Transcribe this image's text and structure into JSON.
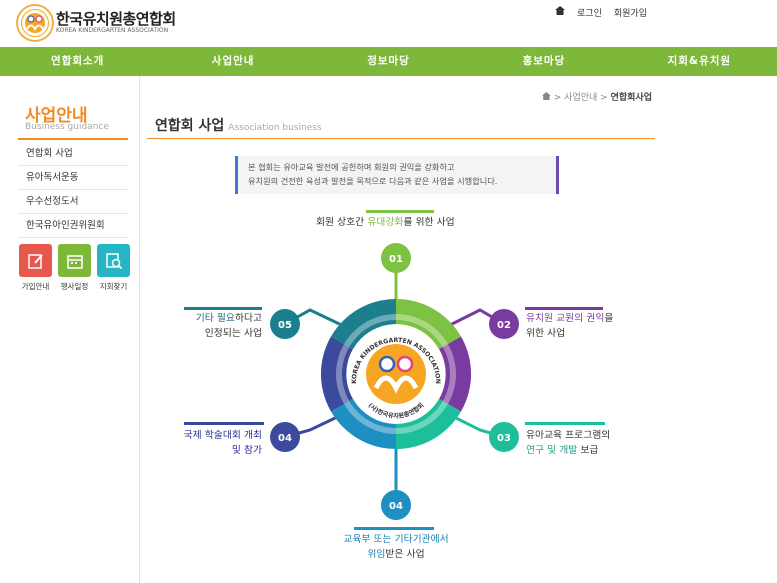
{
  "header": {
    "logo_name": "한국유치원총연합회",
    "logo_sub": "KOREA KINDERGARTEN ASSOCIATION",
    "top_links": [
      "로그인",
      "회원가입"
    ]
  },
  "gnb": [
    "연합회소개",
    "사업안내",
    "정보마당",
    "홍보마당",
    "지회&유치원"
  ],
  "sidebar": {
    "title": "사업안내",
    "subtitle": "Business guidance",
    "items": [
      "연합회 사업",
      "유아독서운동",
      "우수선정도서",
      "한국유아인권위원회"
    ],
    "quick": [
      {
        "label": "가입안내",
        "color": "#e8574e"
      },
      {
        "label": "행사일정",
        "color": "#7db83a"
      },
      {
        "label": "지회찾기",
        "color": "#26b5c4"
      }
    ]
  },
  "breadcrumb": {
    "sep": ">",
    "path1": "사업안내",
    "current": "연합회사업"
  },
  "content": {
    "title": "연합회 사업",
    "title_en": "Association business",
    "intro": [
      "본 협회는 유아교육 발전에 공헌하며 회원의 권익을 강화하고",
      "유치원의 건전한 육성과 발전을 목적으로 다음과 같은 사업을 시행합니다."
    ]
  },
  "diagram": {
    "center_ring_text": "KOREA KINDERGARTEN ASSOCIATION",
    "center_kr": "(사)한국유치원총연합회",
    "colors": {
      "green": "#7dc242",
      "purple": "#7a3ba0",
      "teal": "#1dbf9a",
      "blue": "#1d8fc0",
      "navy": "#3b4a9c",
      "darkteal": "#1b7f8e"
    },
    "items": [
      {
        "num": "01",
        "l1a": "회원 상호간 ",
        "l1b": "유대강화",
        "l1c": "를 위한 사업",
        "l2": ""
      },
      {
        "num": "02",
        "l1a": "",
        "l1b": "유치원 교원의 권익",
        "l1c": "을",
        "l2": "위한 사업"
      },
      {
        "num": "03",
        "l1a": "유아교육 프로그램의",
        "l1b": "",
        "l1c": "",
        "l2a": "연구 및 개발",
        "l2b": " 보급"
      },
      {
        "num": "04",
        "l1a": "교육부 또는 기타기관에서",
        "l2a": "위임",
        "l2b": "받은 사업"
      },
      {
        "num": "04",
        "l1a": "국제 학술대회 개최",
        "l2": "및 참가"
      },
      {
        "num": "05",
        "l1a": "기타 필요",
        "l1b": "하다고",
        "l2": "인정되는 사업"
      }
    ]
  }
}
